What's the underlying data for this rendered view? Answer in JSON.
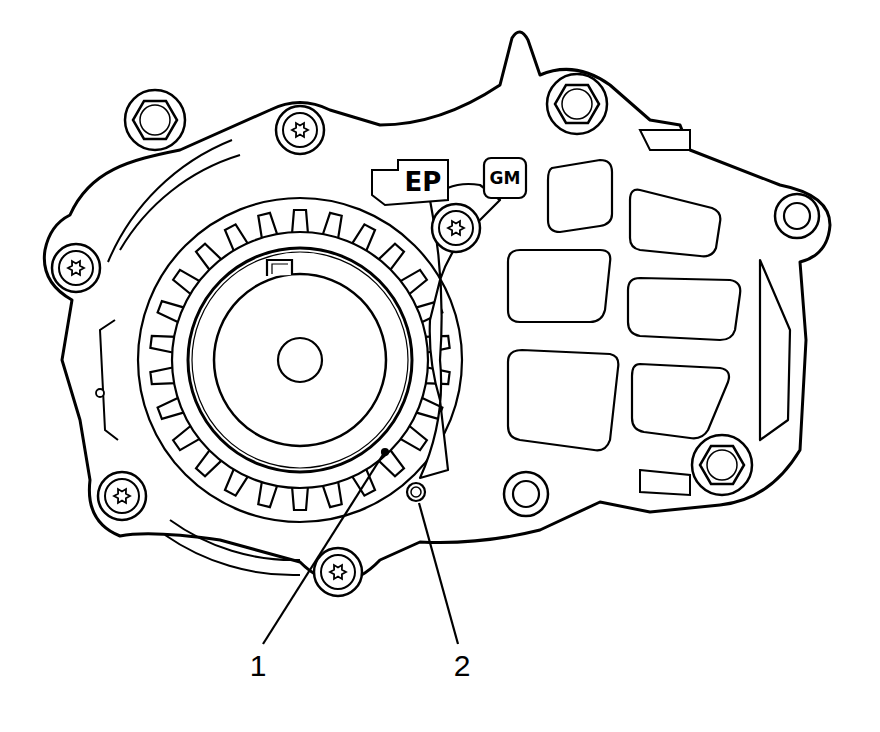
{
  "diagram": {
    "labels": [
      "EP",
      "GM",
      "1",
      "2"
    ]
  }
}
